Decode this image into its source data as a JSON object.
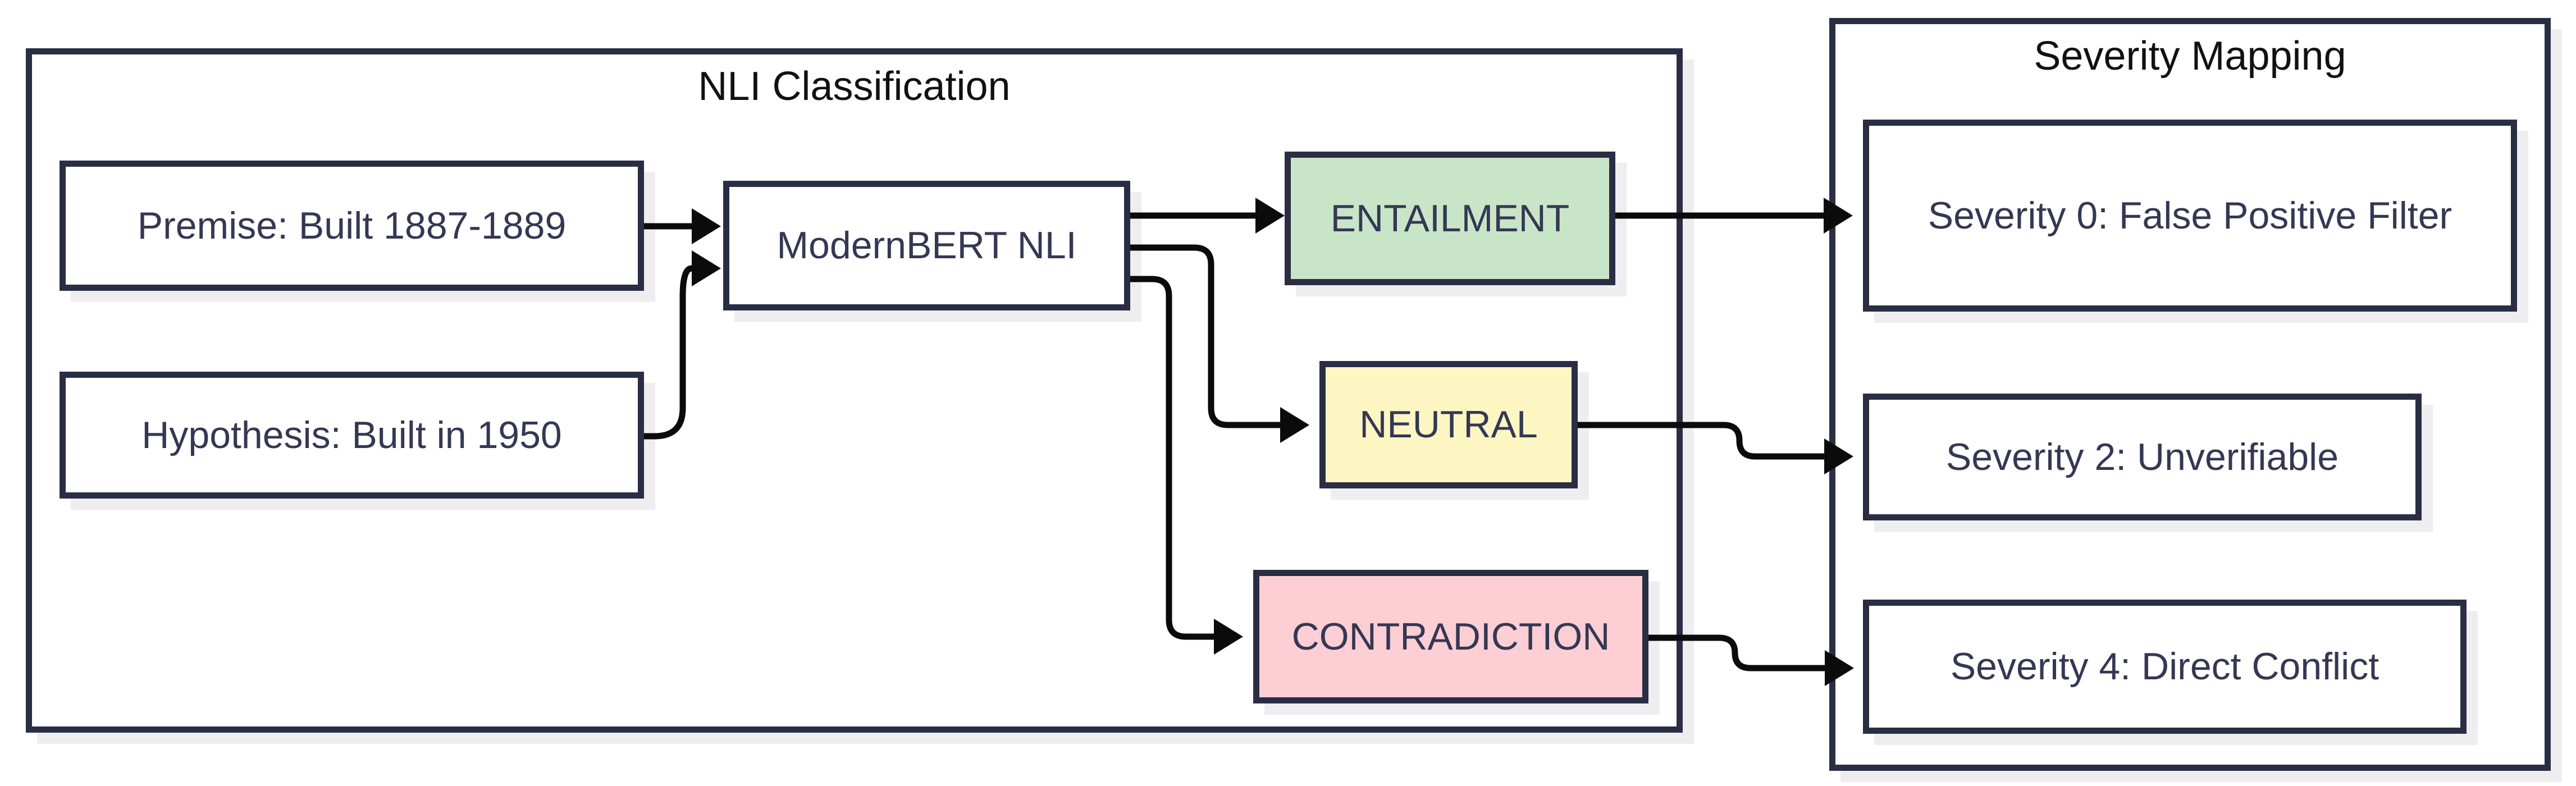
{
  "diagram": {
    "type": "flowchart",
    "background": "#ffffff",
    "colors": {
      "box_border": "#2a2e44",
      "node_text": "#343853",
      "cluster_title_text": "#101015",
      "arrow": "#0b0b0b",
      "shadow": "#eeeef0",
      "entailment_fill": "#c9e5c8",
      "neutral_fill": "#fdf6c2",
      "contradiction_fill": "#fdced4",
      "plain_fill": "#ffffff"
    },
    "clusters": [
      {
        "id": "nli",
        "title": "NLI Classification"
      },
      {
        "id": "severity",
        "title": "Severity Mapping"
      }
    ],
    "nodes": [
      {
        "id": "premise",
        "cluster": "nli",
        "label": "Premise: Built 1887-1889",
        "fill": "#ffffff"
      },
      {
        "id": "hypothesis",
        "cluster": "nli",
        "label": "Hypothesis: Built in 1950",
        "fill": "#ffffff"
      },
      {
        "id": "model",
        "cluster": "nli",
        "label": "ModernBERT NLI",
        "fill": "#ffffff"
      },
      {
        "id": "entailment",
        "cluster": "nli",
        "label": "ENTAILMENT",
        "fill": "#c9e5c8"
      },
      {
        "id": "neutral",
        "cluster": "nli",
        "label": "NEUTRAL",
        "fill": "#fdf6c2"
      },
      {
        "id": "contradiction",
        "cluster": "nli",
        "label": "CONTRADICTION",
        "fill": "#fdced4"
      },
      {
        "id": "sev0",
        "cluster": "severity",
        "label": "Severity 0: False Positive Filter",
        "fill": "#ffffff"
      },
      {
        "id": "sev2",
        "cluster": "severity",
        "label": "Severity 2: Unverifiable",
        "fill": "#ffffff"
      },
      {
        "id": "sev4",
        "cluster": "severity",
        "label": "Severity 4: Direct Conflict",
        "fill": "#ffffff"
      }
    ],
    "edges": [
      {
        "from": "premise",
        "to": "model"
      },
      {
        "from": "hypothesis",
        "to": "model"
      },
      {
        "from": "model",
        "to": "entailment"
      },
      {
        "from": "model",
        "to": "neutral"
      },
      {
        "from": "model",
        "to": "contradiction"
      },
      {
        "from": "entailment",
        "to": "sev0"
      },
      {
        "from": "neutral",
        "to": "sev2"
      },
      {
        "from": "contradiction",
        "to": "sev4"
      }
    ]
  }
}
